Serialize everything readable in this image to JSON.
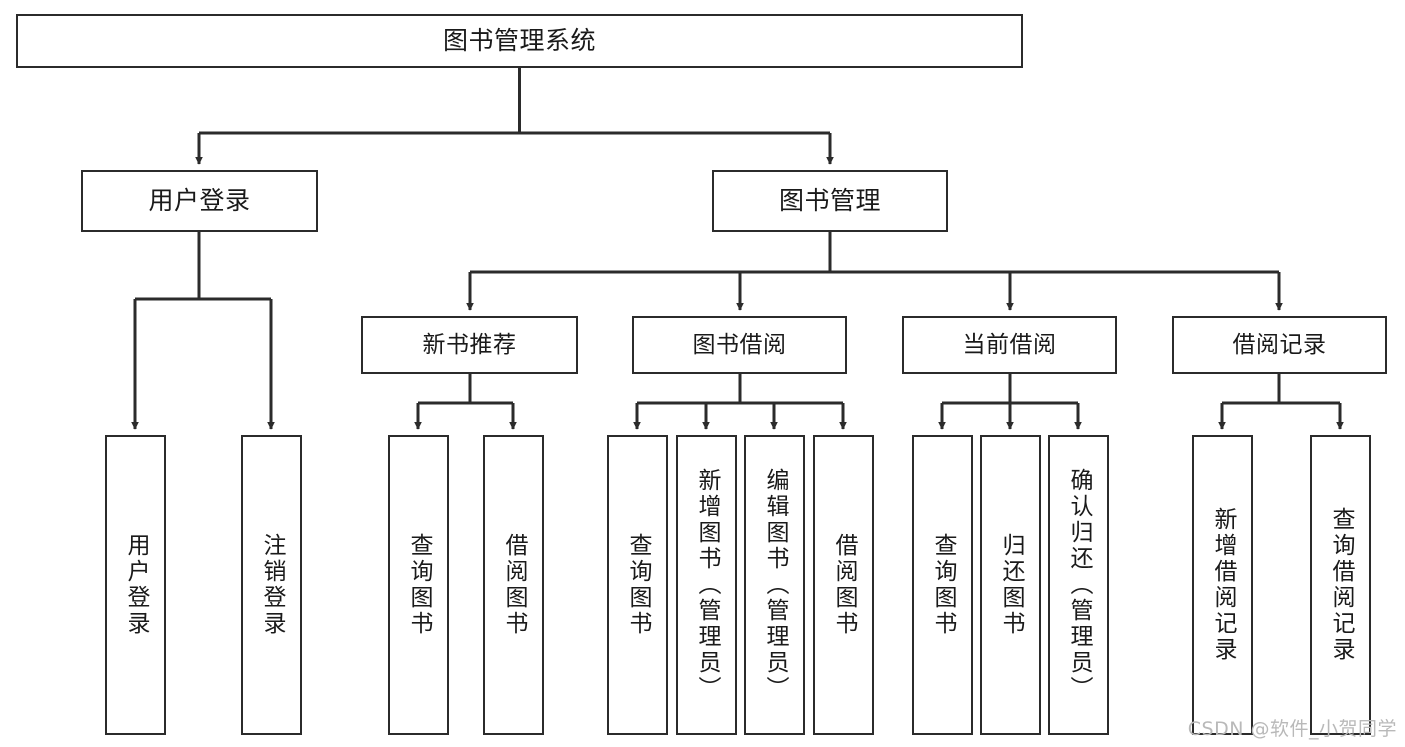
{
  "diagram": {
    "title": "图书管理系统",
    "type": "tree-hierarchy",
    "colors": {
      "stroke": "#2b2b2b",
      "fill": "#ffffff",
      "text": "#1a1a1a",
      "watermark": "#b9b9b9"
    },
    "root": {
      "label": "图书管理系统"
    },
    "level2": [
      {
        "label": "用户登录"
      },
      {
        "label": "图书管理"
      }
    ],
    "level3": [
      {
        "label": "新书推荐"
      },
      {
        "label": "图书借阅"
      },
      {
        "label": "当前借阅"
      },
      {
        "label": "借阅记录"
      }
    ],
    "leaves": {
      "user_login": [
        {
          "label": "用户登录"
        },
        {
          "label": "注销登录"
        }
      ],
      "new_book_recommend": [
        {
          "label": "查询图书"
        },
        {
          "label": "借阅图书"
        }
      ],
      "book_borrow": [
        {
          "label": "查询图书"
        },
        {
          "label": "新增图书（管理员）"
        },
        {
          "label": "编辑图书（管理员）"
        },
        {
          "label": "借阅图书"
        }
      ],
      "current_borrow": [
        {
          "label": "查询图书"
        },
        {
          "label": "归还图书"
        },
        {
          "label": "确认归还（管理员）"
        }
      ],
      "borrow_record": [
        {
          "label": "新增借阅记录"
        },
        {
          "label": "查询借阅记录"
        }
      ]
    },
    "watermark": "CSDN @软件_小贺同学"
  }
}
